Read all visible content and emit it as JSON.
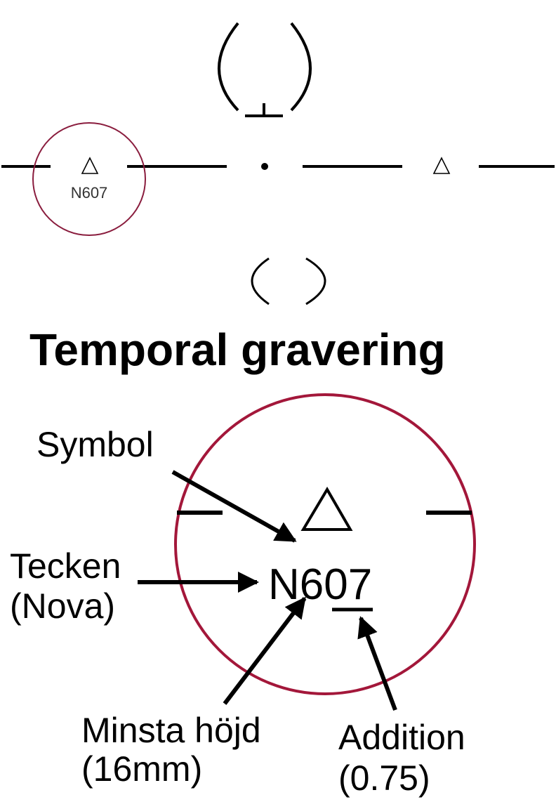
{
  "colors": {
    "circle": "#A3173A",
    "ink": "#000000",
    "small_label": "#333333"
  },
  "reticle": {
    "small_label": "N607",
    "icons": [
      "triangle-symbol-left",
      "triangle-symbol-right",
      "center-dot",
      "top-arc-reticle",
      "bottom-arc-reticle"
    ]
  },
  "title": "Temporal gravering",
  "detail": {
    "engraving": "N607",
    "labels": {
      "symbol": "Symbol",
      "tecken_line1": "Tecken",
      "tecken_line2": "(Nova)",
      "minsta_line1": "Minsta höjd",
      "minsta_line2": "(16mm)",
      "addition_line1": "Addition",
      "addition_line2": "(0.75)"
    }
  }
}
